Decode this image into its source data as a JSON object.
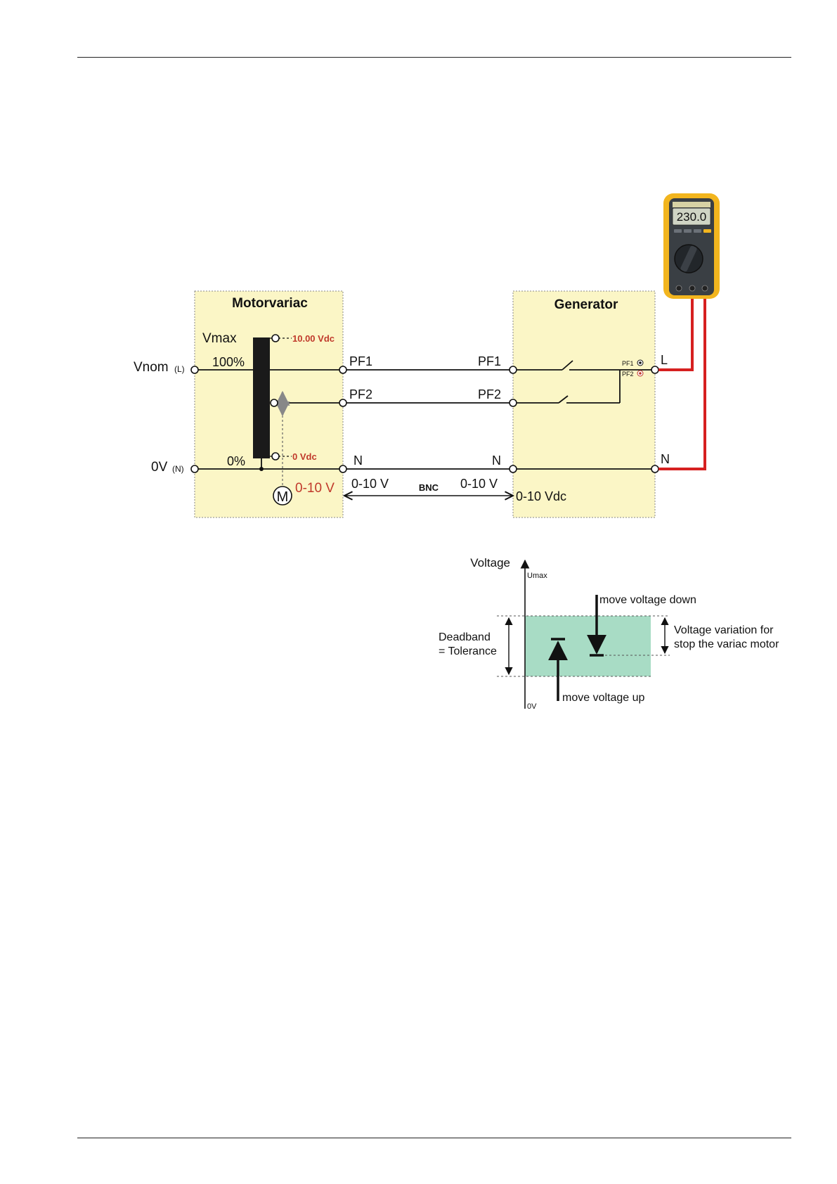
{
  "wiring": {
    "motorvariac_title": "Motorvariac",
    "generator_title": "Generator",
    "vmax": "Vmax",
    "vmax_level": "10.00 Vdc",
    "percent_100": "100%",
    "percent_0": "0%",
    "zero_level": "0 Vdc",
    "vnom": "Vnom",
    "vnom_suffix": "(L)",
    "zero_v": "0V",
    "zero_v_suffix": "(N)",
    "pf1_left": "PF1",
    "pf1_right": "PF1",
    "pf2_left": "PF2",
    "pf2_right": "PF2",
    "n_left": "N",
    "n_right": "N",
    "motor": "M",
    "motor_control": "0-10 V",
    "analog_left": "0-10 V",
    "analog_right": "0-10 V",
    "bnc": "BNC",
    "generator_input": "0-10 Vdc",
    "pf1_indicator": "PF1",
    "pf2_indicator": "PF2",
    "terminal_l": "L",
    "terminal_n": "N",
    "multimeter_reading": "230.0",
    "colors": {
      "box_fill": "#fbf6c6",
      "accent_red": "#c0392b",
      "meas_wire": "#d62020",
      "meter_yellow": "#f2b51e"
    }
  },
  "deadband": {
    "voltage_label": "Voltage",
    "umax": "Umax",
    "zero": "0V",
    "deadband_line1": "Deadband",
    "deadband_line2": "= Tolerance",
    "move_down": "move voltage down",
    "move_up": "move voltage up",
    "variation_line1": "Voltage variation for",
    "variation_line2": "stop the variac motor",
    "colors": {
      "band_fill": "#a8dcc5"
    }
  }
}
